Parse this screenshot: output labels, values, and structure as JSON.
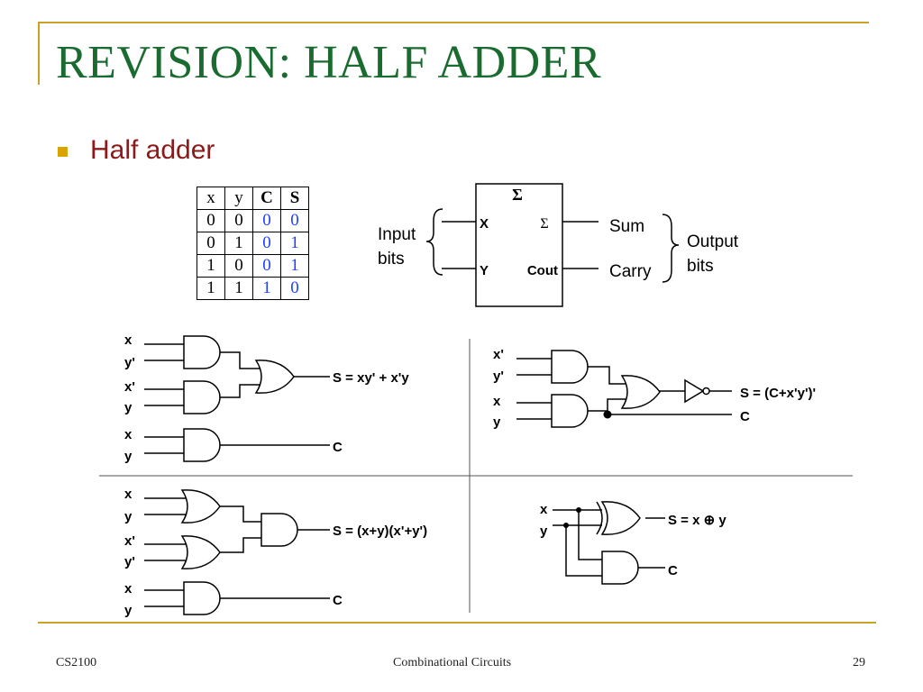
{
  "slide": {
    "title": "REVISION: HALF ADDER",
    "bullet": "Half adder",
    "footer_left": "CS2100",
    "footer_center": "Combinational Circuits",
    "footer_right": "29",
    "accent_color": "#c9a227",
    "title_color": "#1a6b2f",
    "bullet_text_color": "#8b1a1a"
  },
  "truth_table": {
    "headers": [
      "x",
      "y",
      "C",
      "S"
    ],
    "rows": [
      [
        "0",
        "0",
        "0",
        "0"
      ],
      [
        "0",
        "1",
        "0",
        "1"
      ],
      [
        "1",
        "0",
        "0",
        "1"
      ],
      [
        "1",
        "1",
        "1",
        "0"
      ]
    ]
  },
  "block": {
    "sigma_top": "Σ",
    "in_x": "X",
    "in_y": "Y",
    "sigma_out": "Σ",
    "cout": "Cout",
    "input_label_1": "Input",
    "input_label_2": "bits",
    "sum": "Sum",
    "carry": "Carry",
    "output_label_1": "Output",
    "output_label_2": "bits"
  },
  "circuits": {
    "tl": {
      "in1": "x",
      "in2": "y'",
      "in3": "x'",
      "in4": "y",
      "in5": "x",
      "in6": "y",
      "s": "S = xy' + x'y",
      "c": "C"
    },
    "tr": {
      "in1": "x'",
      "in2": "y'",
      "in3": "x",
      "in4": "y",
      "s": "S = (C+x'y')'",
      "c": "C"
    },
    "bl": {
      "in1": "x",
      "in2": "y",
      "in3": "x'",
      "in4": "y'",
      "in5": "x",
      "in6": "y",
      "s": "S = (x+y)(x'+y')",
      "c": "C"
    },
    "br": {
      "in1": "x",
      "in2": "y",
      "s": "S = x ⊕ y",
      "c": "C"
    }
  }
}
